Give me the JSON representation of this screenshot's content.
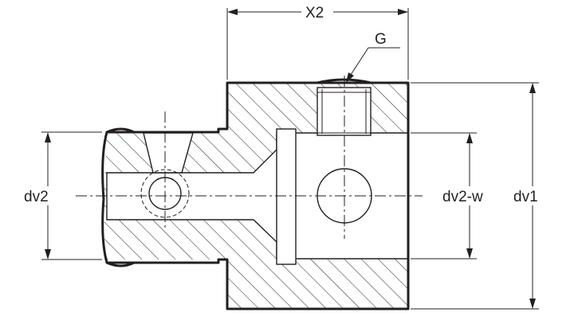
{
  "drawing": {
    "labels": {
      "x2": "X2",
      "g": "G",
      "dv2": "dv2",
      "dv2_w": "dv2-w",
      "dv1": "dv1"
    },
    "colors": {
      "line": "#231f20",
      "background": "#ffffff",
      "section_fill": "#ffffff"
    }
  }
}
